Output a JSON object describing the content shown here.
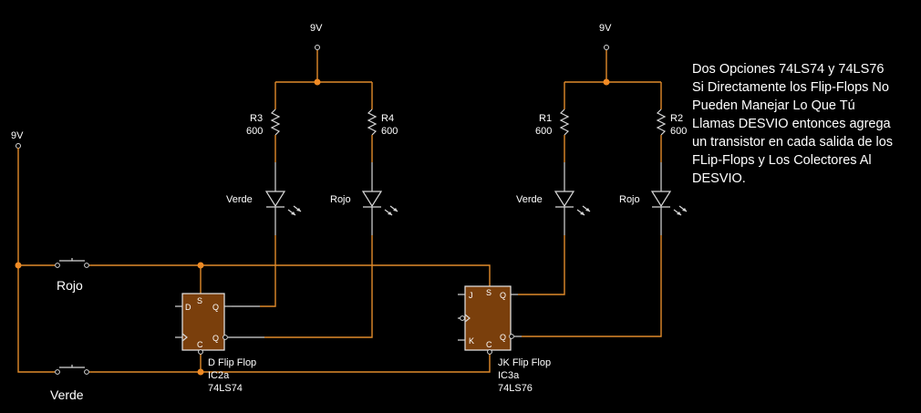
{
  "note": "Dos Opciones 74LS74 y 74LS76\nSi Directamente los Flip-Flops No\nPueden Manejar Lo Que Tú\nLlamas DESVIO entonces agrega\nun transistor en cada salida de los\nFLip-Flops y Los Colectores Al\nDESVIO.",
  "supplies": {
    "left": "9V",
    "middle": "9V",
    "right": "9V"
  },
  "switches": {
    "top": "Rojo",
    "bottom": "Verde"
  },
  "resistors": {
    "r3": {
      "name": "R3",
      "value": "600"
    },
    "r4": {
      "name": "R4",
      "value": "600"
    },
    "r1": {
      "name": "R1",
      "value": "600"
    },
    "r2": {
      "name": "R2",
      "value": "600"
    }
  },
  "leds": {
    "left_a": "Verde",
    "left_b": "Rojo",
    "right_a": "Verde",
    "right_b": "Rojo"
  },
  "chips": {
    "d": {
      "type": "D Flip Flop",
      "ref": "IC2a",
      "part": "74LS74",
      "pins": {
        "d": "D",
        "s": "S",
        "q": "Q",
        "qbar": "Q",
        "c": "C"
      }
    },
    "jk": {
      "type": "JK Flip Flop",
      "ref": "IC3a",
      "part": "74LS76",
      "pins": {
        "j": "J",
        "s": "S",
        "q": "Q",
        "k": "K",
        "c": "C",
        "qbar": "Q"
      }
    }
  },
  "colors": {
    "wire": "#e08a2a",
    "chip": "#7a3f0c",
    "background": "#000000"
  }
}
